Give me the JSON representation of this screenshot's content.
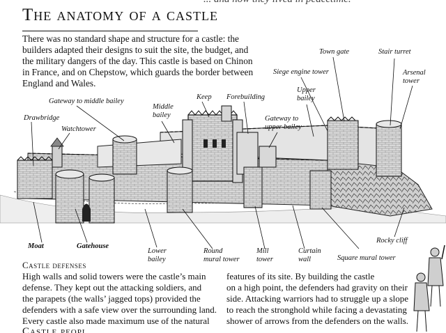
{
  "top_fragment": "... and how they lived in peacetime.",
  "title": "The anatomy of a castle",
  "intro_lines": [
    "There was no standard shape and structure for a castle: the",
    "builders adapted their designs to suit the site, the budget, and",
    "the military dangers of the day. This castle is based on Chinon",
    "in France, and on Chepstow, which guards the border between",
    "England and Wales."
  ],
  "labels": {
    "town_gate": "Town gate",
    "stair_turret": "Stair turret",
    "siege_engine_tower": "Siege engine tower",
    "arsenal_tower_1": "Arsenal",
    "arsenal_tower_2": "tower",
    "upper_bailey_1": "Upper",
    "upper_bailey_2": "bailey",
    "keep": "Keep",
    "forebuilding": "Forebuilding",
    "gateway_middle": "Gateway to middle bailey",
    "middle_bailey_1": "Middle",
    "middle_bailey_2": "bailey",
    "gateway_upper_1": "Gateway to",
    "gateway_upper_2": "upper bailey",
    "drawbridge": "Drawbridge",
    "watchtower": "Watchtower",
    "moat": "Moat",
    "gatehouse": "Gatehouse",
    "lower_bailey_1": "Lower",
    "lower_bailey_2": "bailey",
    "round_mural_1": "Round",
    "round_mural_2": "mural tower",
    "mill_tower_1": "Mill",
    "mill_tower_2": "tower",
    "curtain_wall_1": "Curtain",
    "curtain_wall_2": "wall",
    "square_mural": "Square mural tower",
    "rocky_cliff": "Rocky cliff"
  },
  "defenses_heading": "Castle defenses",
  "left_column": [
    "High walls and solid towers were the castle’s main",
    "defense. They kept out the attacking soldiers, and",
    "the parapets (the walls’ jagged tops) provided the",
    "defenders with a safe view over the surrounding land.",
    "Every castle also made maximum use of the natural"
  ],
  "right_column": [
    "features of its site. By building the castle",
    "on a high point, the defenders had gravity on their",
    "side. Attacking warriors had to struggle up a slope",
    "to reach the stronghold while facing a devastating",
    "shower of arrows from the defenders on the walls."
  ],
  "next_heading": "Castle peopl..."
}
